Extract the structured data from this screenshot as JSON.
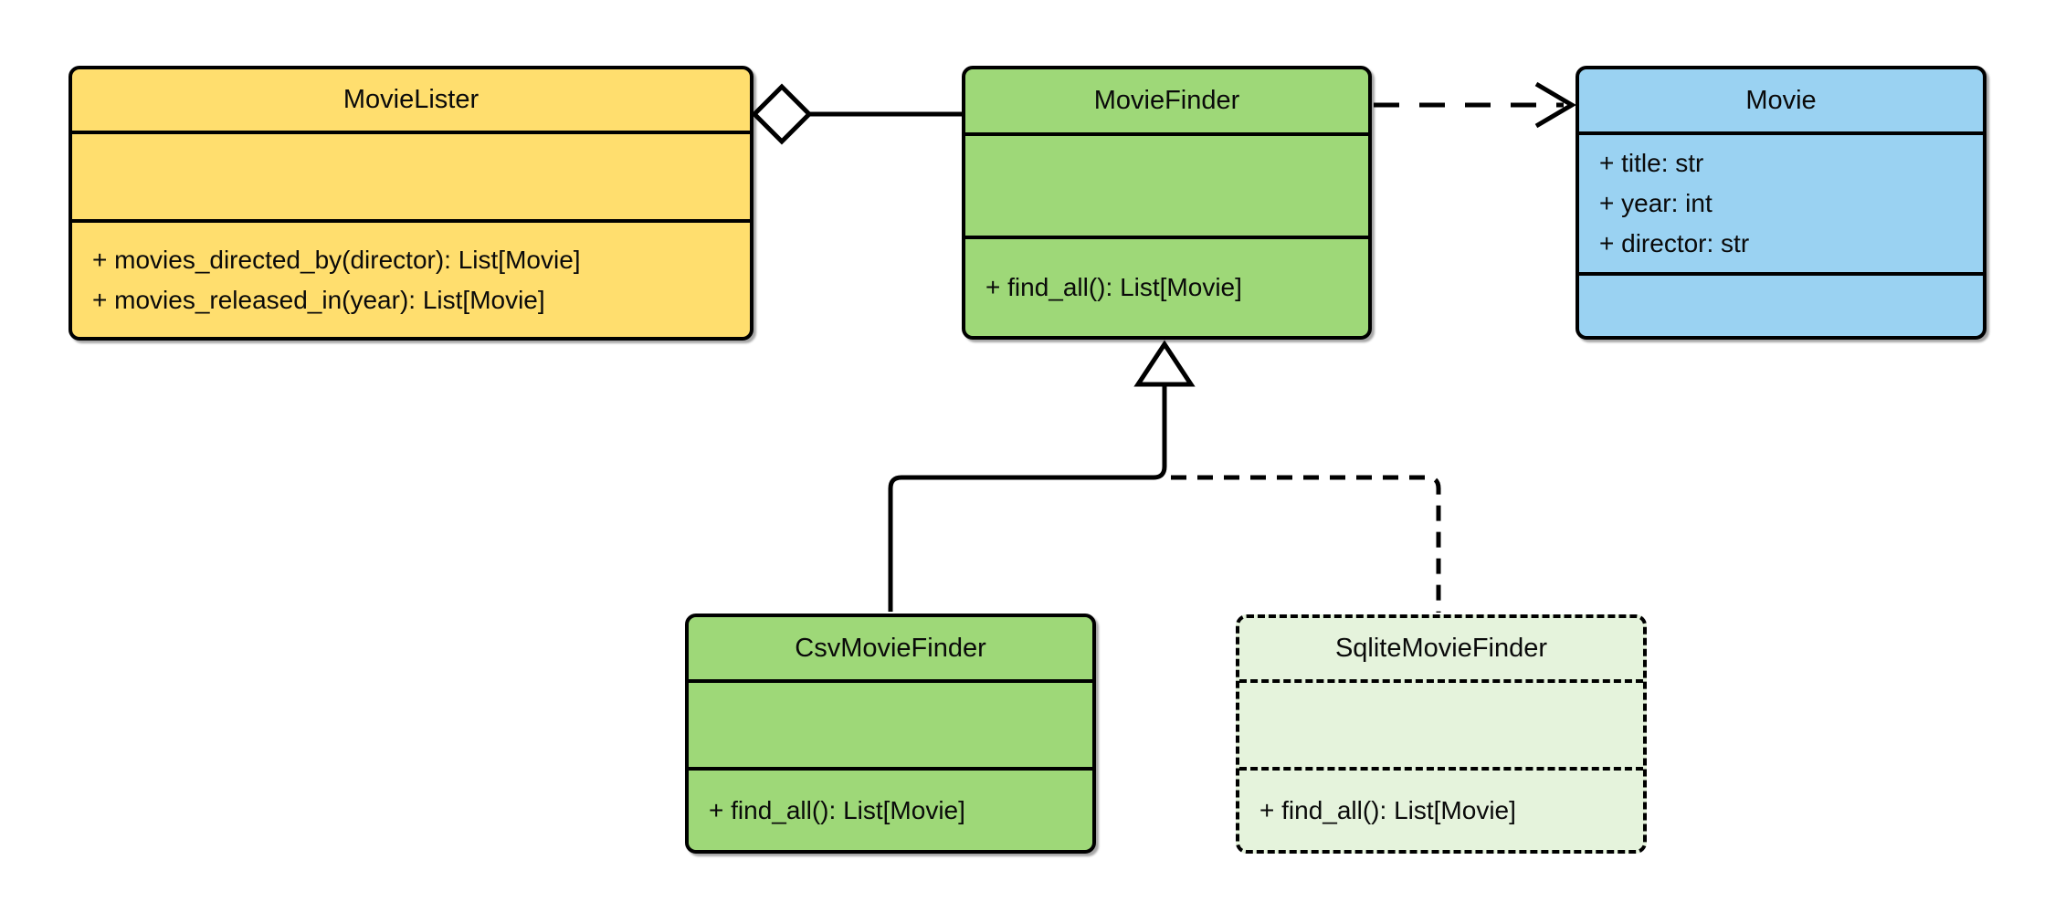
{
  "diagram": {
    "kind": "uml-class-diagram",
    "colors": {
      "movie_lister_fill": "#FFDE6E",
      "movie_finder_fill": "#9ED878",
      "movie_fill": "#9AD2F2",
      "sqlite_movie_finder_fill": "#E5F3DC",
      "stroke": "#000000",
      "background": "#FFFFFF"
    },
    "classes": [
      {
        "name": "MovieLister",
        "attributes": [],
        "methods": [
          "+ movies_directed_by(director): List[Movie]",
          "+ movies_released_in(year): List[Movie]"
        ],
        "border_style": "solid"
      },
      {
        "name": "MovieFinder",
        "attributes": [],
        "methods": [
          "+ find_all(): List[Movie]"
        ],
        "border_style": "solid"
      },
      {
        "name": "Movie",
        "attributes": [
          "+ title: str",
          "+ year: int",
          "+ director: str"
        ],
        "methods": [],
        "border_style": "solid"
      },
      {
        "name": "CsvMovieFinder",
        "attributes": [],
        "methods": [
          "+ find_all(): List[Movie]"
        ],
        "border_style": "solid"
      },
      {
        "name": "SqliteMovieFinder",
        "attributes": [],
        "methods": [
          "+ find_all(): List[Movie]"
        ],
        "border_style": "dashed"
      }
    ],
    "relationships": [
      {
        "from": "MovieLister",
        "to": "MovieFinder",
        "type": "aggregation",
        "line": "solid"
      },
      {
        "from": "MovieFinder",
        "to": "Movie",
        "type": "dependency",
        "line": "dashed"
      },
      {
        "from": "CsvMovieFinder",
        "to": "MovieFinder",
        "type": "generalization",
        "line": "solid"
      },
      {
        "from": "SqliteMovieFinder",
        "to": "MovieFinder",
        "type": "generalization",
        "line": "dashed"
      }
    ]
  }
}
